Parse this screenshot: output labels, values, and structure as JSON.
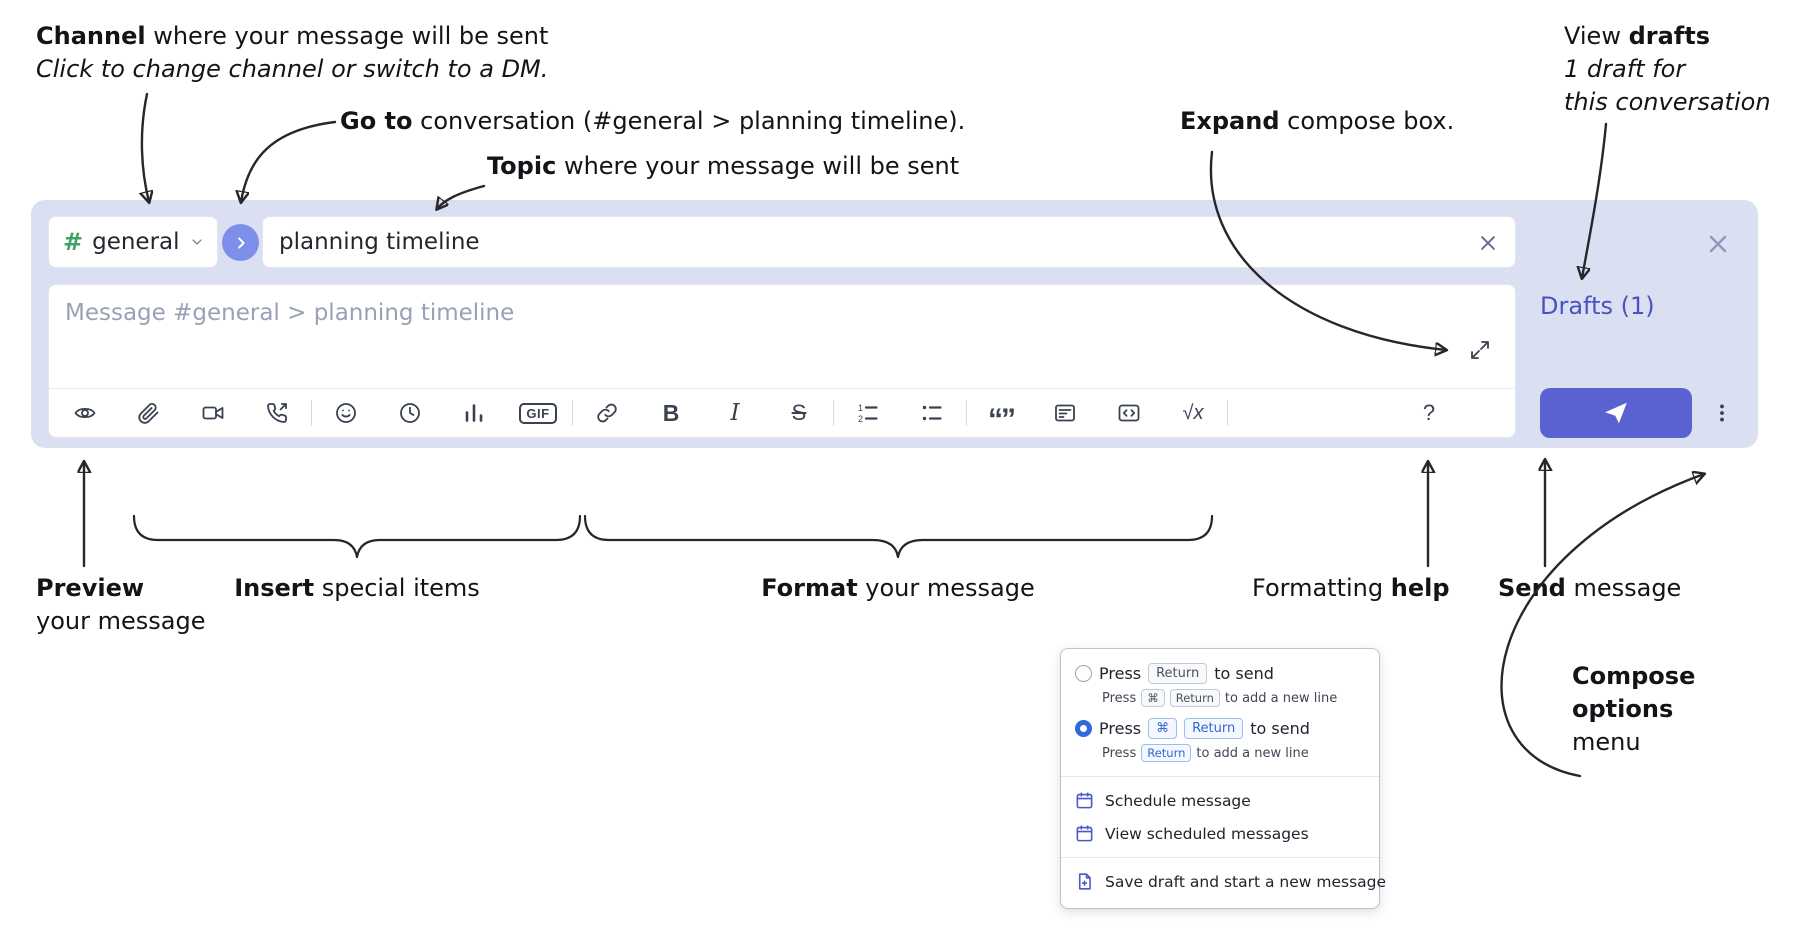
{
  "annotations": {
    "channel": {
      "bold": "Channel",
      "rest": " where your message will be sent",
      "line2": "Click to change channel or switch to a DM."
    },
    "goto": {
      "bold": "Go to",
      "rest": " conversation (#general > planning timeline)."
    },
    "topic": {
      "bold": "Topic",
      "rest": " where your message will be sent"
    },
    "expand": {
      "bold": "Expand",
      "rest": " compose box."
    },
    "drafts": {
      "pre": "View ",
      "bold": "drafts",
      "line2": "1 draft for",
      "line3": "this conversation"
    },
    "preview": {
      "bold": "Preview",
      "line2": "your message"
    },
    "insert": {
      "bold": "Insert",
      "rest": " special items"
    },
    "format": {
      "bold": "Format",
      "rest": " your message"
    },
    "help": {
      "pre": "Formatting ",
      "bold": "help"
    },
    "send": {
      "bold": "Send",
      "rest": " message"
    },
    "compose_options": {
      "line1": "Compose",
      "line2": "options",
      "line3": "menu"
    }
  },
  "compose": {
    "channel_hash": "#",
    "channel_name": "general",
    "topic_value": "planning timeline",
    "message_placeholder": "Message #general > planning timeline",
    "drafts_link": "Drafts (1)"
  },
  "toolbar_icons": [
    "preview",
    "attach-file",
    "video-call",
    "voice-call",
    "emoji",
    "time",
    "poll",
    "gif",
    "link",
    "bold",
    "italic",
    "strikethrough",
    "numbered-list",
    "bulleted-list",
    "quote",
    "spoiler",
    "code",
    "math",
    "help"
  ],
  "icons": {
    "gif": "GIF",
    "bold": "B",
    "italic": "I",
    "strike": "S",
    "quote": "“”",
    "math": "√x",
    "help": "?",
    "ol1": "1",
    "ol2": "2"
  },
  "popup": {
    "option_return": {
      "pre": "Press",
      "key": "Return",
      "post": "to send",
      "sub_pre": "Press",
      "sub_key1": "⌘",
      "sub_key2": "Return",
      "sub_post": "to add a new line"
    },
    "option_cmd": {
      "pre": "Press",
      "key1": "⌘",
      "key2": "Return",
      "post": "to send",
      "sub_pre": "Press",
      "sub_key": "Return",
      "sub_post": "to add a new line"
    },
    "items": [
      {
        "label": "Schedule message"
      },
      {
        "label": "View scheduled messages"
      },
      {
        "label": "Save draft and start a new message"
      }
    ]
  },
  "colors": {
    "compose_background": "#dbdff2",
    "send_button": "#5a62d2",
    "drafts_link": "#4853c0",
    "channel_hash_green": "#3fa164",
    "radio_selected": "#2e6bd8"
  }
}
